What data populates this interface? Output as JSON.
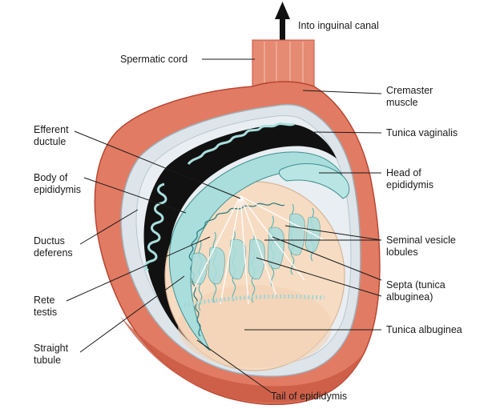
{
  "labels": {
    "into_inguinal_canal": "Into inguinal canal",
    "spermatic_cord": "Spermatic cord",
    "cremaster_muscle": [
      "Cremaster",
      "muscle"
    ],
    "tunica_vaginalis": "Tunica vaginalis",
    "head_of_epididymis": [
      "Head of",
      "epididymis"
    ],
    "seminal_vesicle_lobules": [
      "Seminal vesicle",
      "lobules"
    ],
    "septa": [
      "Septa (tunica",
      "albuginea)"
    ],
    "tunica_albuginea": "Tunica albuginea",
    "tail_of_epididymis": "Tail of epididymis",
    "efferent_ductule": [
      "Efferent",
      "ductule"
    ],
    "body_of_epididymis": [
      "Body of",
      "epididymis"
    ],
    "ductus_deferens": [
      "Ductus",
      "deferens"
    ],
    "rete_testis": [
      "Rete",
      "testis"
    ],
    "straight_tubule": [
      "Straight",
      "tubule"
    ]
  },
  "colors": {
    "cremaster": "#e07a62",
    "cremaster_dark": "#c9523c",
    "tunica_vaginalis": "#d9e2e8",
    "cavity": "#111111",
    "epididymis": "#a9dedd",
    "testis": "#f6dcc3",
    "tubule": "#8fd3d3"
  }
}
